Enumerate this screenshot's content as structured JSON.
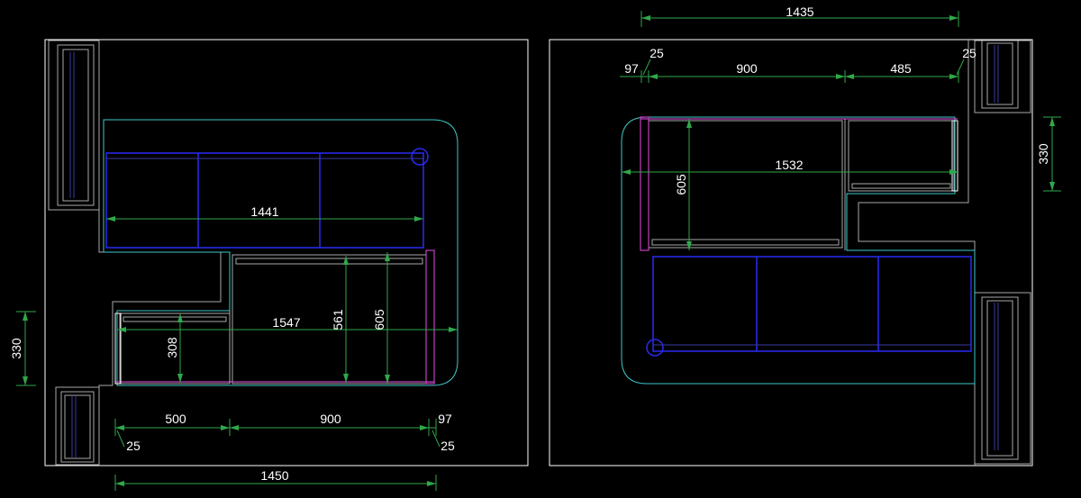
{
  "colors": {
    "background": "#000000",
    "outline": "#ffffff",
    "counter_edge": "#40c8c8",
    "wall_cabinet": "#2828e6",
    "base_cabinet_edge": "#c040c0",
    "dimension_line": "#2fa84a",
    "dimension_text": "#ffffff"
  },
  "left_plan": {
    "dims": {
      "d1441": "1441",
      "d1547": "1547",
      "d561": "561",
      "d605": "605",
      "d308": "308",
      "d330": "330",
      "d500": "500",
      "d900": "900",
      "d97": "97",
      "d25a": "25",
      "d25b": "25",
      "d1450": "1450"
    }
  },
  "right_plan": {
    "dims": {
      "d1435": "1435",
      "d97": "97",
      "d25a": "25",
      "d900": "900",
      "d485": "485",
      "d25b": "25",
      "d1532": "1532",
      "d605": "605",
      "d330": "330"
    }
  }
}
